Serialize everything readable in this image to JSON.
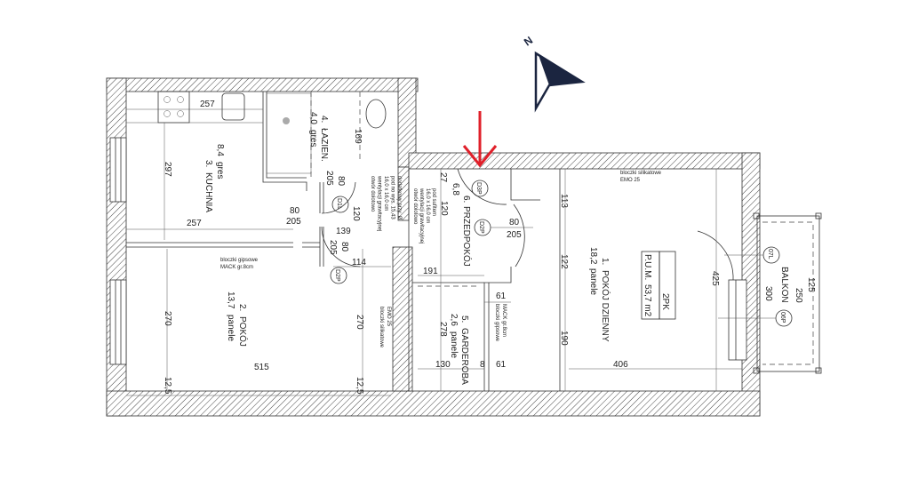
{
  "compass": {
    "label": "N",
    "color": "#1b2540"
  },
  "marker": {
    "color": "#e0202a"
  },
  "rooms": {
    "kitchen": {
      "number": "3.",
      "name": "KUCHNIA",
      "area": "8,4",
      "floor": "gres"
    },
    "bathroom": {
      "number": "4.",
      "name": "ŁAZIEN.",
      "area": "4,0",
      "floor": "gres"
    },
    "room2": {
      "number": "2.",
      "name": "POKÓJ",
      "area": "13,7",
      "floor": "panele"
    },
    "hallway": {
      "number": "6.",
      "name": "PRZEDPOKÓJ",
      "area": "6,8"
    },
    "wardrobe": {
      "number": "5.",
      "name": "GARDEROBA",
      "area": "2,6",
      "floor": "panele"
    },
    "living": {
      "number": "1.",
      "name": "POKÓJ DZIENNY",
      "area": "18,2",
      "floor": "panele"
    },
    "balcony": {
      "name": "BALKON"
    }
  },
  "summary": {
    "label": "P.U.M.",
    "area": "53,7 m2",
    "type": "2PK"
  },
  "doors": {
    "d1l": "D1L",
    "d2p_a": "D2P",
    "d2p_b": "D2P",
    "d3p": "D3P",
    "w07l": "07L",
    "w06p": "06P"
  },
  "notes": {
    "gypsum_1": [
      "bloczki gipsowe",
      "MACK gr.8cm"
    ],
    "gypsum_2": [
      "bloczki gipsowe",
      "MACK gr.8cm"
    ],
    "silicate_1": [
      "bloczki silikatowe",
      "EMO 25"
    ],
    "silicate_2": [
      "bloczki silikatowe",
      "EMO 25"
    ],
    "vent_1": [
      "otwór dolotowo",
      "wentylacji grawitacyjnej",
      "16,0 x 16,0 cm",
      "pod sufitem"
    ],
    "vent_2": [
      "otwór dolotowo",
      "wentylacji grawitacyjnej",
      "16,0 x 16,0 cm",
      "pod no wys. 15,43",
      "dodatkowy przy. Ø"
    ]
  },
  "dims": {
    "k_top": "257",
    "k_h": "297",
    "k_bot": "257",
    "bath_h": "169",
    "door1_w": "80",
    "door1_h": "205",
    "d1_w": "80",
    "d1_h": "205",
    "d120": "120",
    "d139": "139",
    "d2_w": "80",
    "d2_h": "205",
    "d114": "114",
    "r2_h": "270",
    "r2_h2": "270",
    "r2_w": "515",
    "w1": "12,5",
    "w2": "12,5",
    "h27": "27",
    "h120": "120",
    "h191": "191",
    "hd_w": "80",
    "hd_h": "205",
    "g278": "278",
    "g61": "61",
    "g130": "130",
    "g8": "8",
    "g61b": "61",
    "l113": "113",
    "l122": "122",
    "l190": "190",
    "l406": "406",
    "l425": "425",
    "b300": "300",
    "b250": "250",
    "b125": "125"
  }
}
